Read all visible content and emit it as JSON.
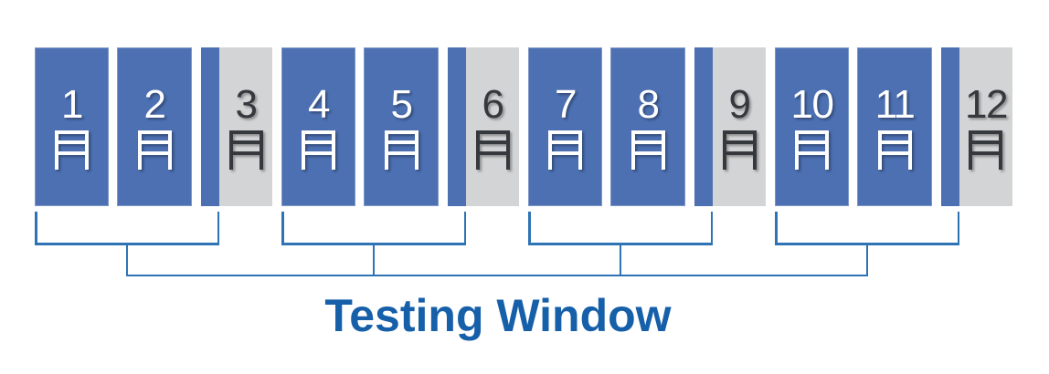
{
  "diagram": {
    "title": "Testing Window",
    "months": [
      {
        "num": "1",
        "suffix": "月",
        "label": "1月",
        "highlighted": true
      },
      {
        "num": "2",
        "suffix": "月",
        "label": "2月",
        "highlighted": true
      },
      {
        "num": "3",
        "suffix": "月",
        "label": "3月",
        "highlighted": false
      },
      {
        "num": "4",
        "suffix": "月",
        "label": "4月",
        "highlighted": true
      },
      {
        "num": "5",
        "suffix": "月",
        "label": "5月",
        "highlighted": true
      },
      {
        "num": "6",
        "suffix": "月",
        "label": "6月",
        "highlighted": false
      },
      {
        "num": "7",
        "suffix": "月",
        "label": "7月",
        "highlighted": true
      },
      {
        "num": "8",
        "suffix": "月",
        "label": "8月",
        "highlighted": true
      },
      {
        "num": "9",
        "suffix": "月",
        "label": "9月",
        "highlighted": false
      },
      {
        "num": "10",
        "suffix": "月",
        "label": "10月",
        "highlighted": true
      },
      {
        "num": "11",
        "suffix": "月",
        "label": "11月",
        "highlighted": true
      },
      {
        "num": "12",
        "suffix": "月",
        "label": "12月",
        "highlighted": false
      }
    ]
  },
  "colors": {
    "month-blue": "#4C70B2",
    "month-gray": "#D3D4D5",
    "line-blue": "#2E74B5",
    "title-blue": "#165FA9",
    "gray-ink": "#35393E",
    "page-bg": "#FFFFFF"
  }
}
